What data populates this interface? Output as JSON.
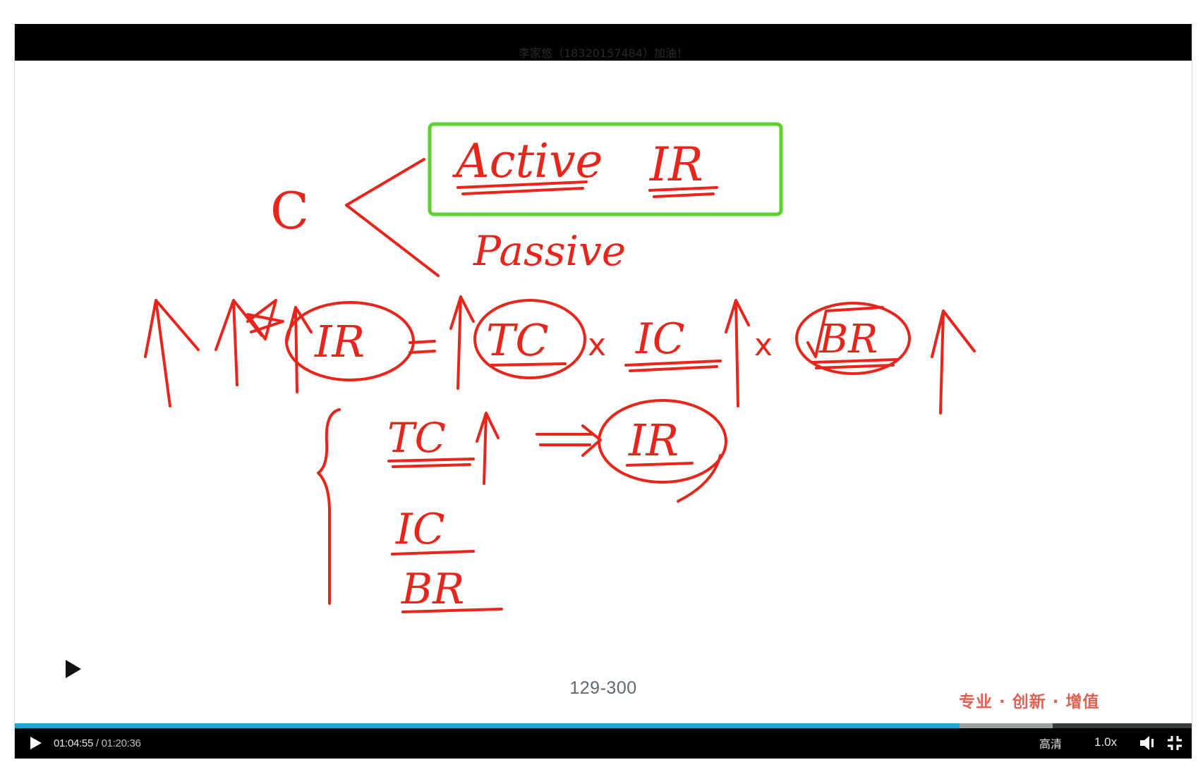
{
  "player": {
    "watermark": "李家悠（18320157484）加油！",
    "colors": {
      "ink": "#e8251b",
      "highlight_box": "#5ad22a",
      "progress_played": "#1fa6d8",
      "tagline": "#e06050"
    },
    "slide": {
      "handwriting": {
        "top_left": "C",
        "branch_active": "Active",
        "branch_active_ir": "IR",
        "branch_passive": "Passive",
        "equation_lhs": "IR",
        "equation_tc": "TC",
        "equation_ic": "IC",
        "equation_br": "BR",
        "implication_tc": "TC",
        "implication_result": "IR",
        "list_ic": "IC",
        "list_br": "BR"
      },
      "slide_number": "129-300",
      "tagline": "专业 · 创新 · 增值",
      "big_play_icon": "play-triangle-icon"
    },
    "progress": {
      "played_fraction": 0.803,
      "buffered_fraction": 0.882
    },
    "controls": {
      "current_time": "01:04:55",
      "separator": " / ",
      "duration": "01:20:36",
      "quality": "高清",
      "speed": "1.0x",
      "icons": [
        "play-icon",
        "volume-icon",
        "exit-fullscreen-icon"
      ]
    }
  }
}
